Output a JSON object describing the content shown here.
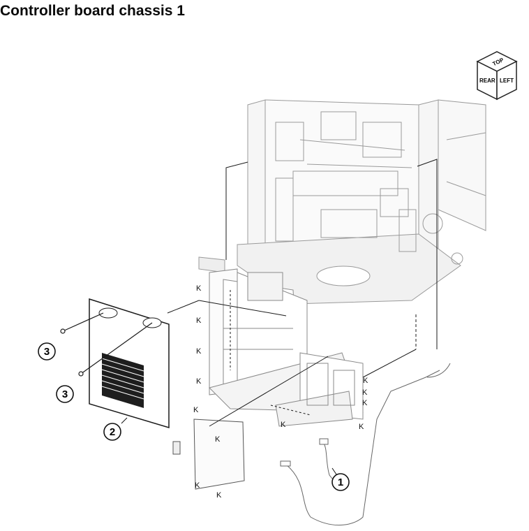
{
  "title": "Controller board chassis 1",
  "orientation_cube": {
    "top": "TOP",
    "rear": "REAR",
    "left": "LEFT"
  },
  "callouts": [
    "1",
    "2",
    "3",
    "3"
  ],
  "connector_label": "K",
  "colors": {
    "line": "#1a1a1a",
    "frame": "#9a9a9a",
    "frame_fill": "#f4f4f4",
    "panel_fill": "#ffffff",
    "grille": "#1e1e1e"
  }
}
